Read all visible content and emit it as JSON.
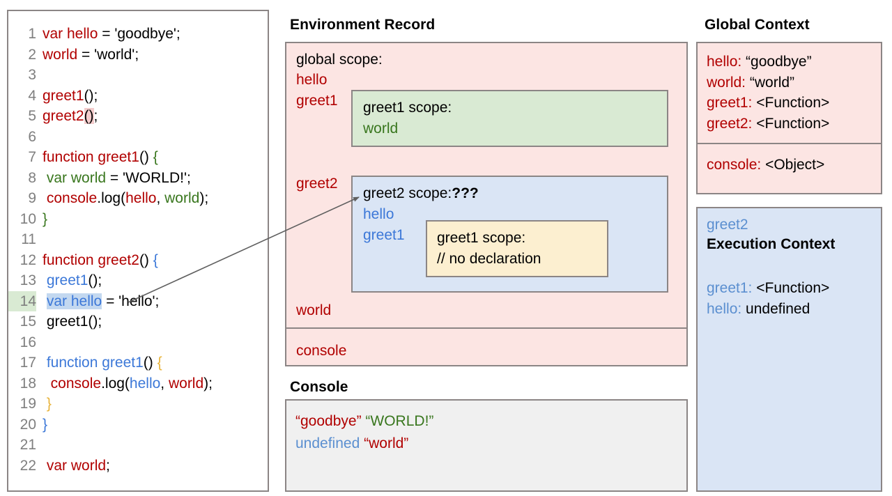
{
  "code_panel": {
    "name": "source-code",
    "lines": [
      {
        "n": "1",
        "tokens": [
          {
            "t": "var hello",
            "c": "t-red"
          },
          {
            "t": " = 'goodbye';",
            "c": "t-blk"
          }
        ]
      },
      {
        "n": "2",
        "tokens": [
          {
            "t": "world",
            "c": "t-red"
          },
          {
            "t": " = 'world';",
            "c": "t-blk"
          }
        ]
      },
      {
        "n": "3",
        "tokens": []
      },
      {
        "n": "4",
        "tokens": [
          {
            "t": "greet1",
            "c": "t-red"
          },
          {
            "t": "();",
            "c": "t-blk"
          }
        ]
      },
      {
        "n": "5",
        "tokens": [
          {
            "t": "greet2",
            "c": "t-red"
          },
          {
            "t": "()",
            "c": "t-blk hl-pink"
          },
          {
            "t": ";",
            "c": "t-blk"
          }
        ]
      },
      {
        "n": "6",
        "tokens": []
      },
      {
        "n": "7",
        "tokens": [
          {
            "t": "function greet1",
            "c": "t-red"
          },
          {
            "t": "() ",
            "c": "t-blk"
          },
          {
            "t": "{",
            "c": "t-green"
          }
        ]
      },
      {
        "n": "8",
        "tokens": [
          {
            "t": " ",
            "c": "t-blk"
          },
          {
            "t": "var world",
            "c": "t-green"
          },
          {
            "t": " = 'WORLD!';",
            "c": "t-blk"
          }
        ]
      },
      {
        "n": "9",
        "tokens": [
          {
            "t": " ",
            "c": "t-blk"
          },
          {
            "t": "console",
            "c": "t-red"
          },
          {
            "t": ".log(",
            "c": "t-blk"
          },
          {
            "t": "hello",
            "c": "t-red"
          },
          {
            "t": ", ",
            "c": "t-blk"
          },
          {
            "t": "world",
            "c": "t-green"
          },
          {
            "t": ");",
            "c": "t-blk"
          }
        ]
      },
      {
        "n": "10",
        "tokens": [
          {
            "t": "}",
            "c": "t-green"
          }
        ]
      },
      {
        "n": "11",
        "tokens": []
      },
      {
        "n": "12",
        "tokens": [
          {
            "t": "function greet2",
            "c": "t-red"
          },
          {
            "t": "() ",
            "c": "t-blk"
          },
          {
            "t": "{",
            "c": "t-blue"
          }
        ]
      },
      {
        "n": "13",
        "tokens": [
          {
            "t": " ",
            "c": "t-blk"
          },
          {
            "t": "greet1",
            "c": "t-blue"
          },
          {
            "t": "();",
            "c": "t-blk"
          }
        ]
      },
      {
        "n": "14",
        "tokens": [
          {
            "t": " ",
            "c": "t-blk"
          },
          {
            "t": "var hello",
            "c": "t-blue hl-blue"
          },
          {
            "t": " = 'hello';",
            "c": "t-blk"
          }
        ],
        "line_highlight": true
      },
      {
        "n": "15",
        "tokens": [
          {
            "t": " greet1();",
            "c": "t-blk"
          }
        ]
      },
      {
        "n": "16",
        "tokens": []
      },
      {
        "n": "17",
        "tokens": [
          {
            "t": " ",
            "c": "t-blk"
          },
          {
            "t": "function greet1",
            "c": "t-blue"
          },
          {
            "t": "() ",
            "c": "t-blk"
          },
          {
            "t": "{",
            "c": "t-gold"
          }
        ]
      },
      {
        "n": "18",
        "tokens": [
          {
            "t": "  ",
            "c": "t-blk"
          },
          {
            "t": "console",
            "c": "t-red"
          },
          {
            "t": ".log(",
            "c": "t-blk"
          },
          {
            "t": "hello",
            "c": "t-blue"
          },
          {
            "t": ", ",
            "c": "t-blk"
          },
          {
            "t": "world",
            "c": "t-red"
          },
          {
            "t": ");",
            "c": "t-blk"
          }
        ]
      },
      {
        "n": "19",
        "tokens": [
          {
            "t": " ",
            "c": "t-blk"
          },
          {
            "t": "}",
            "c": "t-gold"
          }
        ]
      },
      {
        "n": "20",
        "tokens": [
          {
            "t": "}",
            "c": "t-blue"
          }
        ]
      },
      {
        "n": "21",
        "tokens": []
      },
      {
        "n": "22",
        "tokens": [
          {
            "t": " ",
            "c": "t-blk"
          },
          {
            "t": "var world",
            "c": "t-red"
          },
          {
            "t": ";",
            "c": "t-blk"
          }
        ]
      }
    ]
  },
  "environment_record": {
    "title": "Environment Record",
    "global_scope_label": "global scope:",
    "vars": [
      "hello",
      "greet1",
      "greet2",
      "world"
    ],
    "console_entry": "console",
    "greet1_scope": {
      "heading": "greet1 scope:",
      "vars": [
        "world"
      ]
    },
    "greet2_scope": {
      "heading": "greet2 scope:",
      "heading_suffix": "???",
      "vars": [
        "hello",
        "greet1"
      ],
      "nested_greet1_scope": {
        "line1": "greet1 scope:",
        "line2": "// no declaration"
      }
    }
  },
  "console": {
    "title": "Console",
    "lines": [
      [
        {
          "t": "“goodbye”",
          "c": "k-red"
        },
        {
          "t": " ",
          "c": "t-blk"
        },
        {
          "t": "“WORLD!”",
          "c": "t-green"
        }
      ],
      [
        {
          "t": "undefined",
          "c": "k-blue"
        },
        {
          "t": " ",
          "c": "t-blk"
        },
        {
          "t": "“world”",
          "c": "k-red"
        }
      ]
    ]
  },
  "global_context": {
    "title": "Global Context",
    "entries": [
      {
        "key": "hello:",
        "value": "“goodbye”"
      },
      {
        "key": "world:",
        "value": "“world”"
      },
      {
        "key": "greet1:",
        "value": "<Function>"
      },
      {
        "key": "greet2:",
        "value": "<Function>"
      }
    ],
    "console_entry": {
      "key": "console:",
      "value": "<Object>"
    }
  },
  "execution_context": {
    "function_name": "greet2",
    "heading": "Execution Context",
    "entries": [
      {
        "key": "greet1:",
        "value": "<Function>"
      },
      {
        "key": "hello:",
        "value": "undefined"
      }
    ]
  },
  "annotation": {
    "arrow_label": "points from line 14 var hello to greet2 scope"
  },
  "colors": {
    "red_ink": "#b10000",
    "blue_ink": "#3c78d8",
    "green_ink": "#38761d",
    "gold_ink": "#e8b33a",
    "pink_panel": "#fce5e3",
    "blue_panel": "#dae5f5",
    "green_panel": "#d9ead3",
    "yellow_panel": "#fcefd0",
    "console_panel": "#f0f0f0",
    "border": "#8b8585",
    "line_number": "#7f7f7f",
    "line_highlight_green": "#d9ead3",
    "token_highlight_blue": "#c3d8f0",
    "token_highlight_pink": "#f4cccc"
  }
}
